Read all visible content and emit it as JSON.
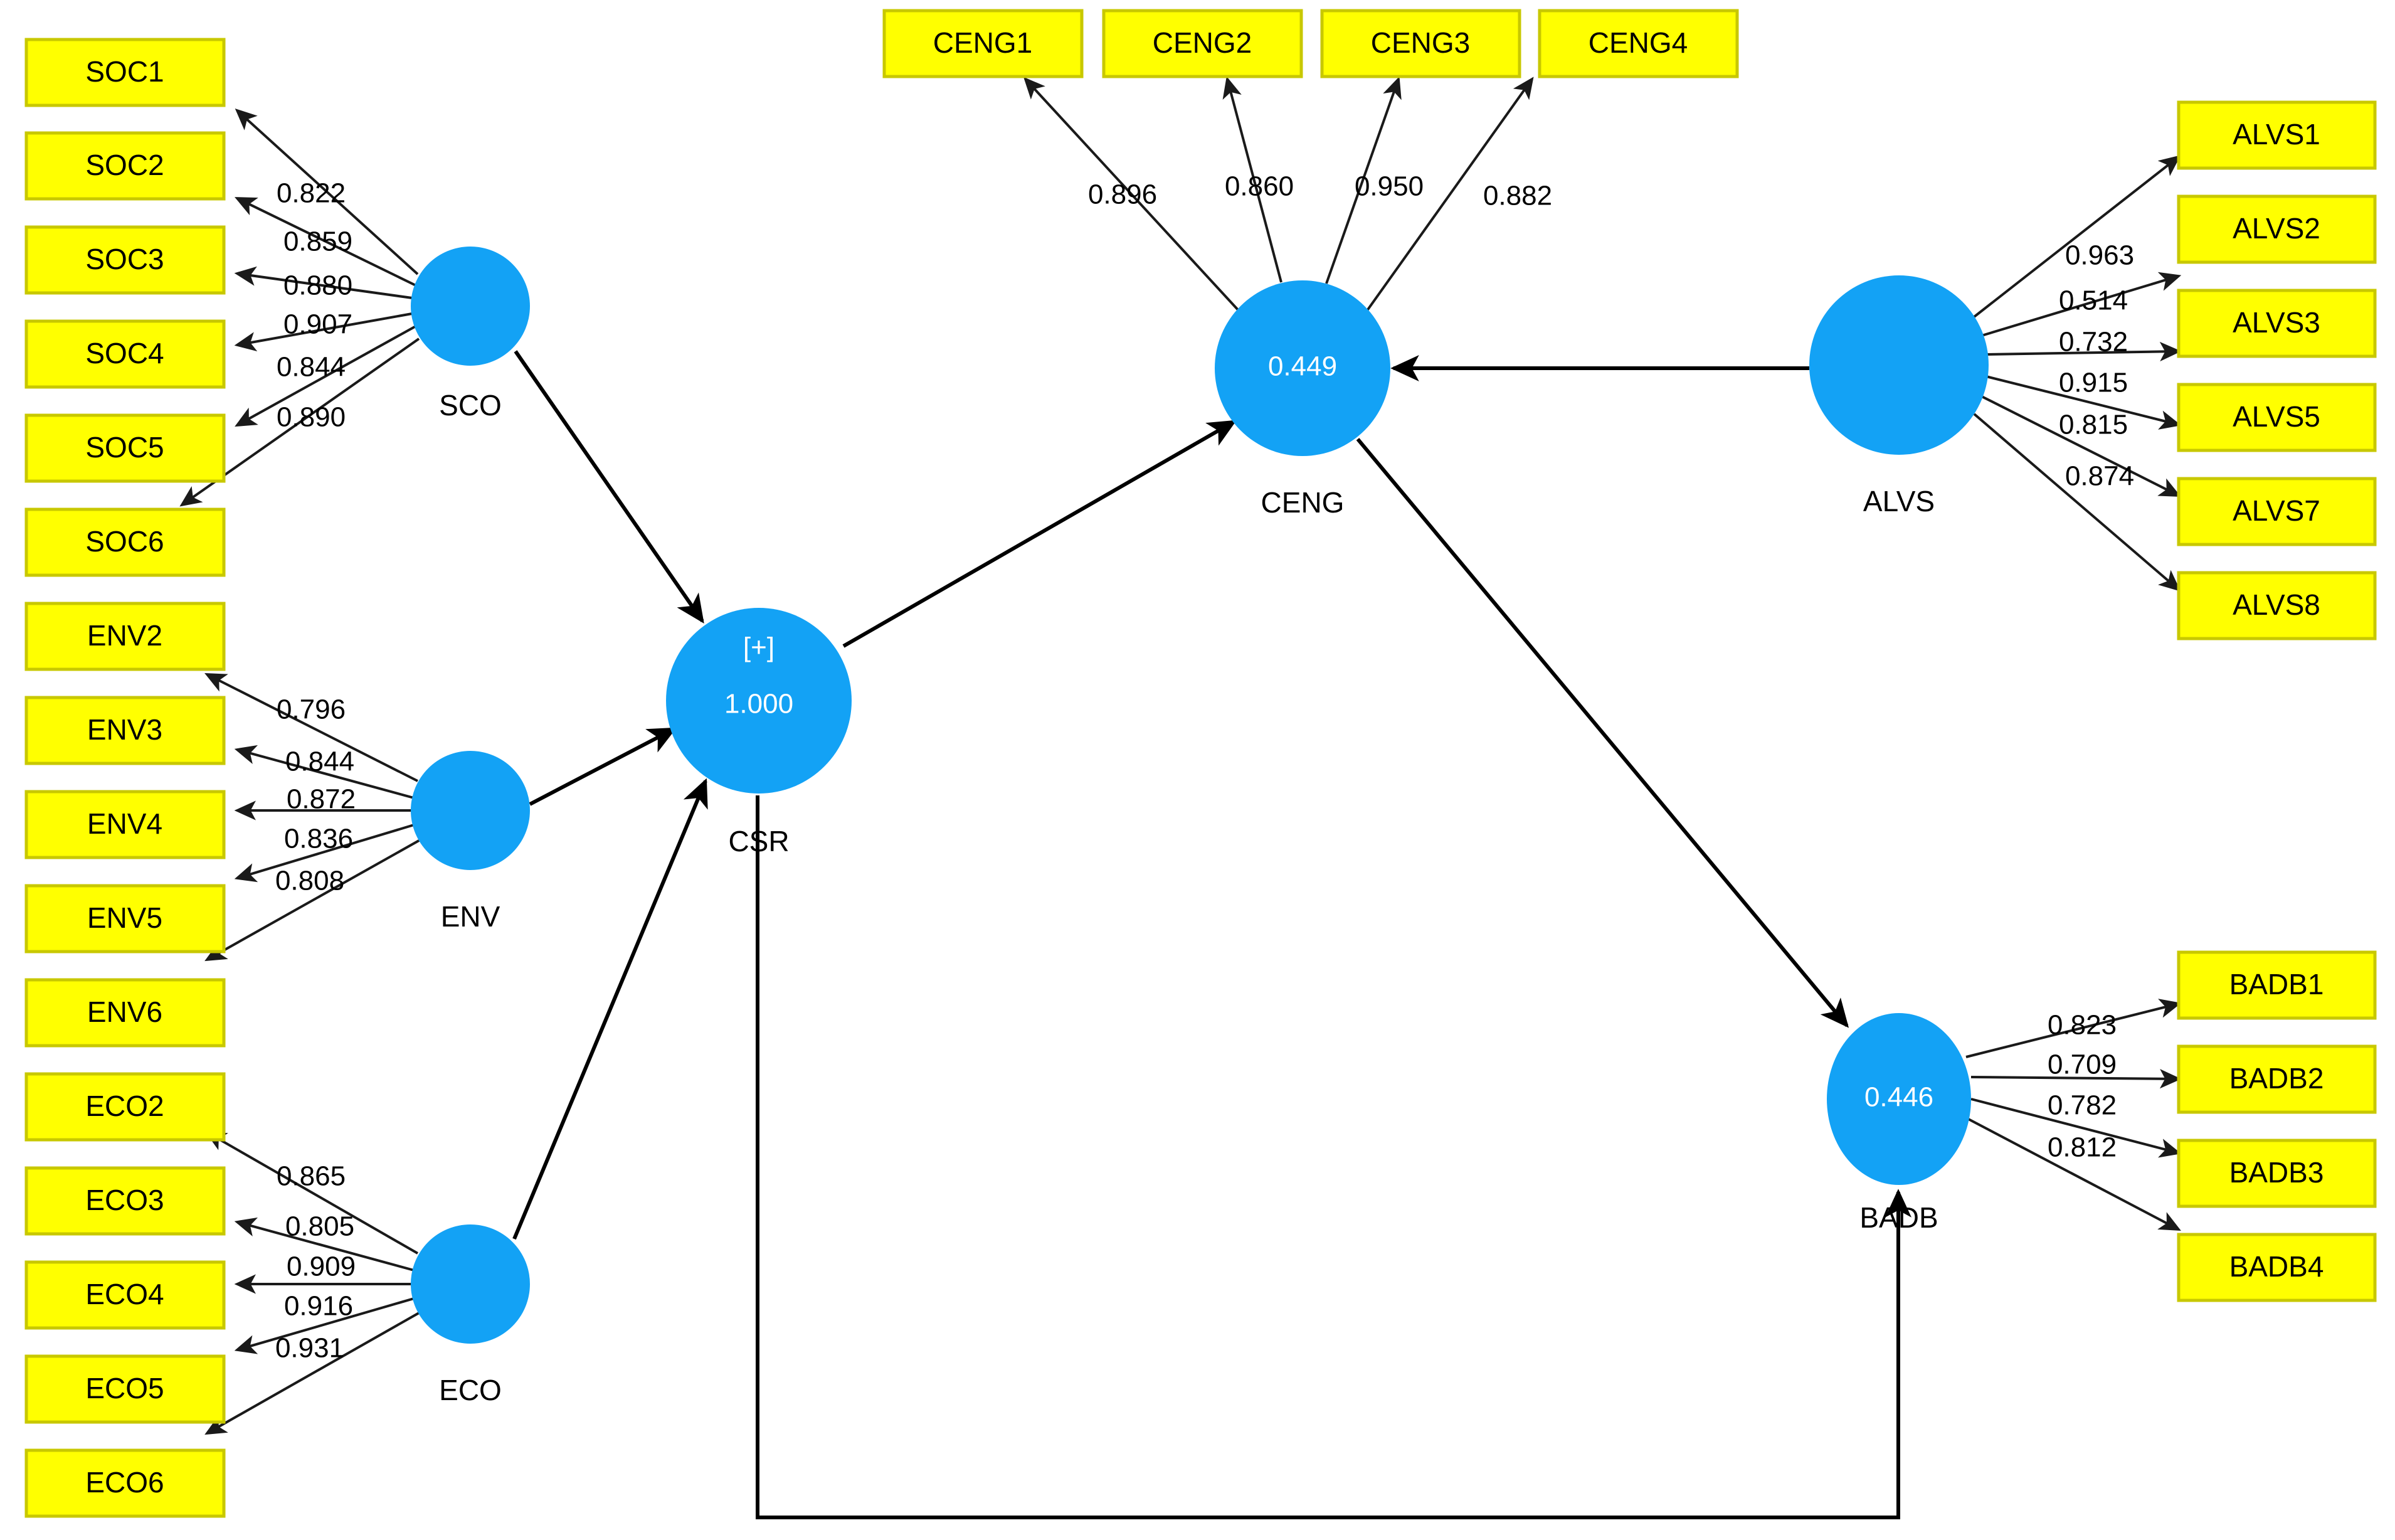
{
  "diagram": {
    "type": "pls-sem-path-model",
    "background_color": "#ffffff",
    "indicator_color": "#ffff00",
    "indicator_border_color": "#c8c800",
    "latent_color": "#13a2f5",
    "edge_color": "#1a1a1a",
    "text_color": "#000000"
  },
  "constructs": {
    "sco": {
      "name": "SCO",
      "inner_value": "",
      "indicators": [
        "SOC1",
        "SOC2",
        "SOC3",
        "SOC4",
        "SOC5",
        "SOC6"
      ],
      "loadings": [
        "0.822",
        "0.859",
        "0.880",
        "0.907",
        "0.844",
        "0.890"
      ]
    },
    "env": {
      "name": "ENV",
      "inner_value": "",
      "indicators": [
        "ENV2",
        "ENV3",
        "ENV4",
        "ENV5",
        "ENV6"
      ],
      "loadings": [
        "0.796",
        "0.844",
        "0.872",
        "0.836",
        "0.808"
      ]
    },
    "eco": {
      "name": "ECO",
      "inner_value": "",
      "indicators": [
        "ECO2",
        "ECO3",
        "ECO4",
        "ECO5",
        "ECO6"
      ],
      "loadings": [
        "0.865",
        "0.805",
        "0.909",
        "0.916",
        "0.931"
      ]
    },
    "csr": {
      "name": "CSR",
      "badge": "[+]",
      "inner_value": "1.000",
      "indicators": [],
      "loadings": []
    },
    "ceng": {
      "name": "CENG",
      "inner_value": "0.449",
      "indicators": [
        "CENG1",
        "CENG2",
        "CENG3",
        "CENG4"
      ],
      "loadings": [
        "0.896",
        "0.860",
        "0.950",
        "0.882"
      ]
    },
    "alvs": {
      "name": "ALVS",
      "inner_value": "",
      "indicators": [
        "ALVS1",
        "ALVS2",
        "ALVS3",
        "ALVS5",
        "ALVS7",
        "ALVS8"
      ],
      "loadings": [
        "0.963",
        "0.514",
        "0.732",
        "0.915",
        "0.815",
        "0.874"
      ]
    },
    "badb": {
      "name": "BADB",
      "inner_value": "0.446",
      "indicators": [
        "BADB1",
        "BADB2",
        "BADB3",
        "BADB4"
      ],
      "loadings": [
        "0.823",
        "0.709",
        "0.782",
        "0.812"
      ]
    }
  },
  "structural_paths": [
    {
      "from": "SCO",
      "to": "CSR"
    },
    {
      "from": "ENV",
      "to": "CSR"
    },
    {
      "from": "ECO",
      "to": "CSR"
    },
    {
      "from": "CSR",
      "to": "CENG"
    },
    {
      "from": "ALVS",
      "to": "CENG"
    },
    {
      "from": "CENG",
      "to": "BADB"
    },
    {
      "from": "CSR",
      "to": "BADB"
    }
  ],
  "chart_data": {
    "type": "diagram",
    "title": "",
    "measurement_model": [
      {
        "construct": "SCO",
        "indicator": "SOC1",
        "loading": 0.822
      },
      {
        "construct": "SCO",
        "indicator": "SOC2",
        "loading": 0.859
      },
      {
        "construct": "SCO",
        "indicator": "SOC3",
        "loading": 0.88
      },
      {
        "construct": "SCO",
        "indicator": "SOC4",
        "loading": 0.907
      },
      {
        "construct": "SCO",
        "indicator": "SOC5",
        "loading": 0.844
      },
      {
        "construct": "SCO",
        "indicator": "SOC6",
        "loading": 0.89
      },
      {
        "construct": "ENV",
        "indicator": "ENV2",
        "loading": 0.796
      },
      {
        "construct": "ENV",
        "indicator": "ENV3",
        "loading": 0.844
      },
      {
        "construct": "ENV",
        "indicator": "ENV4",
        "loading": 0.872
      },
      {
        "construct": "ENV",
        "indicator": "ENV5",
        "loading": 0.836
      },
      {
        "construct": "ENV",
        "indicator": "ENV6",
        "loading": 0.808
      },
      {
        "construct": "ECO",
        "indicator": "ECO2",
        "loading": 0.865
      },
      {
        "construct": "ECO",
        "indicator": "ECO3",
        "loading": 0.805
      },
      {
        "construct": "ECO",
        "indicator": "ECO4",
        "loading": 0.909
      },
      {
        "construct": "ECO",
        "indicator": "ECO5",
        "loading": 0.916
      },
      {
        "construct": "ECO",
        "indicator": "ECO6",
        "loading": 0.931
      },
      {
        "construct": "CENG",
        "indicator": "CENG1",
        "loading": 0.896
      },
      {
        "construct": "CENG",
        "indicator": "CENG2",
        "loading": 0.86
      },
      {
        "construct": "CENG",
        "indicator": "CENG3",
        "loading": 0.95
      },
      {
        "construct": "CENG",
        "indicator": "CENG4",
        "loading": 0.882
      },
      {
        "construct": "ALVS",
        "indicator": "ALVS1",
        "loading": 0.963
      },
      {
        "construct": "ALVS",
        "indicator": "ALVS2",
        "loading": 0.514
      },
      {
        "construct": "ALVS",
        "indicator": "ALVS3",
        "loading": 0.732
      },
      {
        "construct": "ALVS",
        "indicator": "ALVS5",
        "loading": 0.915
      },
      {
        "construct": "ALVS",
        "indicator": "ALVS7",
        "loading": 0.815
      },
      {
        "construct": "ALVS",
        "indicator": "ALVS8",
        "loading": 0.874
      },
      {
        "construct": "BADB",
        "indicator": "BADB1",
        "loading": 0.823
      },
      {
        "construct": "BADB",
        "indicator": "BADB2",
        "loading": 0.709
      },
      {
        "construct": "BADB",
        "indicator": "BADB3",
        "loading": 0.782
      },
      {
        "construct": "BADB",
        "indicator": "BADB4",
        "loading": 0.812
      }
    ],
    "r_squared": [
      {
        "construct": "CSR",
        "value": 1.0
      },
      {
        "construct": "CENG",
        "value": 0.449
      },
      {
        "construct": "BADB",
        "value": 0.446
      }
    ]
  }
}
